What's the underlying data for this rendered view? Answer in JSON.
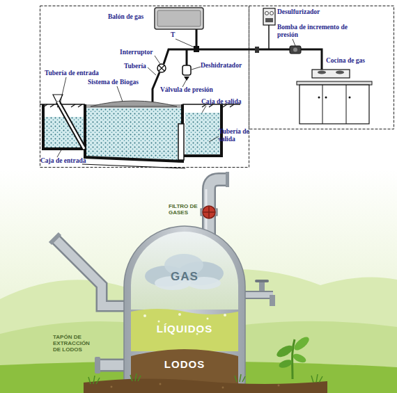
{
  "diagram": {
    "nodes": [
      {
        "text": [
          "GAS"
        ]
      },
      {
        "text": [
          "LÍQUIDOS"
        ]
      },
      {
        "text": [
          "LODOS"
        ]
      }
    ],
    "labels": [
      "Balón de gas",
      "T",
      "Interruptor",
      "Tubería",
      "Deshidratador",
      "Tubería de entrada",
      "Sistema de Biogas",
      "Válvula de presión",
      "Caja de salida",
      "Tubería de salida",
      "Caja de entrada",
      "Desulfurizador",
      "Bomba de incremento de presión",
      "Cocina de gas",
      "FILTRO DE GASES",
      "TAPÓN DE EXTRACCIÓN DE LODOS"
    ]
  }
}
